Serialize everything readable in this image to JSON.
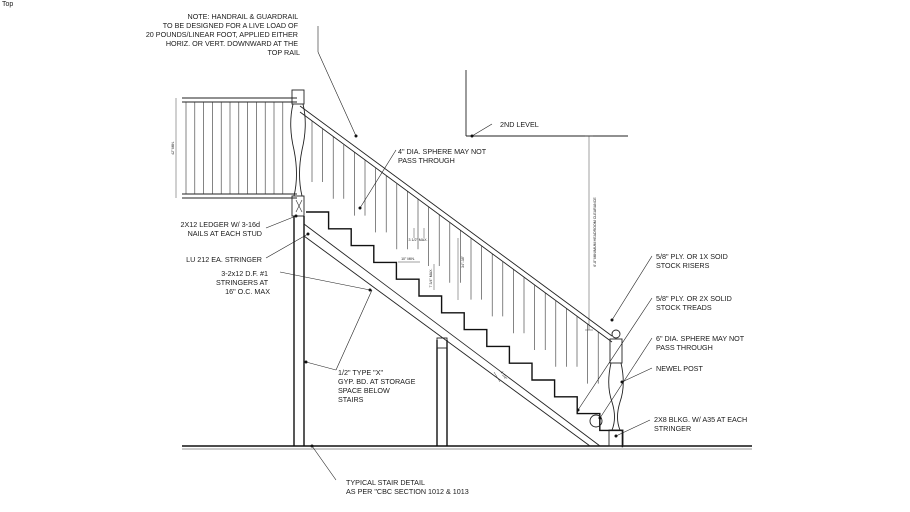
{
  "view_label": "Top",
  "notes": {
    "handrail": [
      "NOTE: HANDRAIL & GUARDRAIL",
      "TO BE DESIGNED FOR A LIVE LOAD OF",
      "20 POUNDS/LINEAR FOOT, APPLIED EITHER",
      "HORIZ. OR VERT. DOWNWARD AT THE",
      "TOP RAIL"
    ],
    "second_level": "2ND LEVEL",
    "sphere4": [
      "4\" DIA. SPHERE MAY NOT",
      "PASS THROUGH"
    ],
    "ledger": [
      "2X12 LEDGER W/ 3-16d",
      "NAILS AT EACH STUD"
    ],
    "lu212": "LU 212 EA. STRINGER",
    "stringers": [
      "3-2x12 D.F. #1",
      "STRINGERS AT",
      "16\" O.C. MAX"
    ],
    "gyp": [
      "1/2\" TYPE \"X\"",
      "GYP. BD. AT STORAGE",
      "SPACE BELOW",
      "STAIRS"
    ],
    "risers": [
      "5/8\" PLY. OR 1X SOID",
      "STOCK RISERS"
    ],
    "treads": [
      "5/8\" PLY. OR 2X SOLID",
      "STOCK TREADS"
    ],
    "sphere6": [
      "6\" DIA. SPHERE MAY NOT",
      "PASS THROUGH"
    ],
    "newel": "NEWEL POST",
    "blkg": [
      "2X8 BLKG. W/ A35 AT EACH",
      "STRINGER"
    ],
    "title": [
      "TYPICAL STAIR DETAIL",
      "AS PER \"CBC SECTION 1012 & 1013"
    ]
  },
  "dimensions": {
    "guard_height": "42\" MIN.",
    "baluster_gap": "3 1/2\" MAX.",
    "rail_height": "34\"-38\"",
    "tread_run": "10\" MIN.",
    "riser_height": "7 3/4\" MAX.",
    "nosing": "1 1/4\"",
    "headroom": "6'-8\" MINIMUM HEADROOM CLEARANCE"
  }
}
